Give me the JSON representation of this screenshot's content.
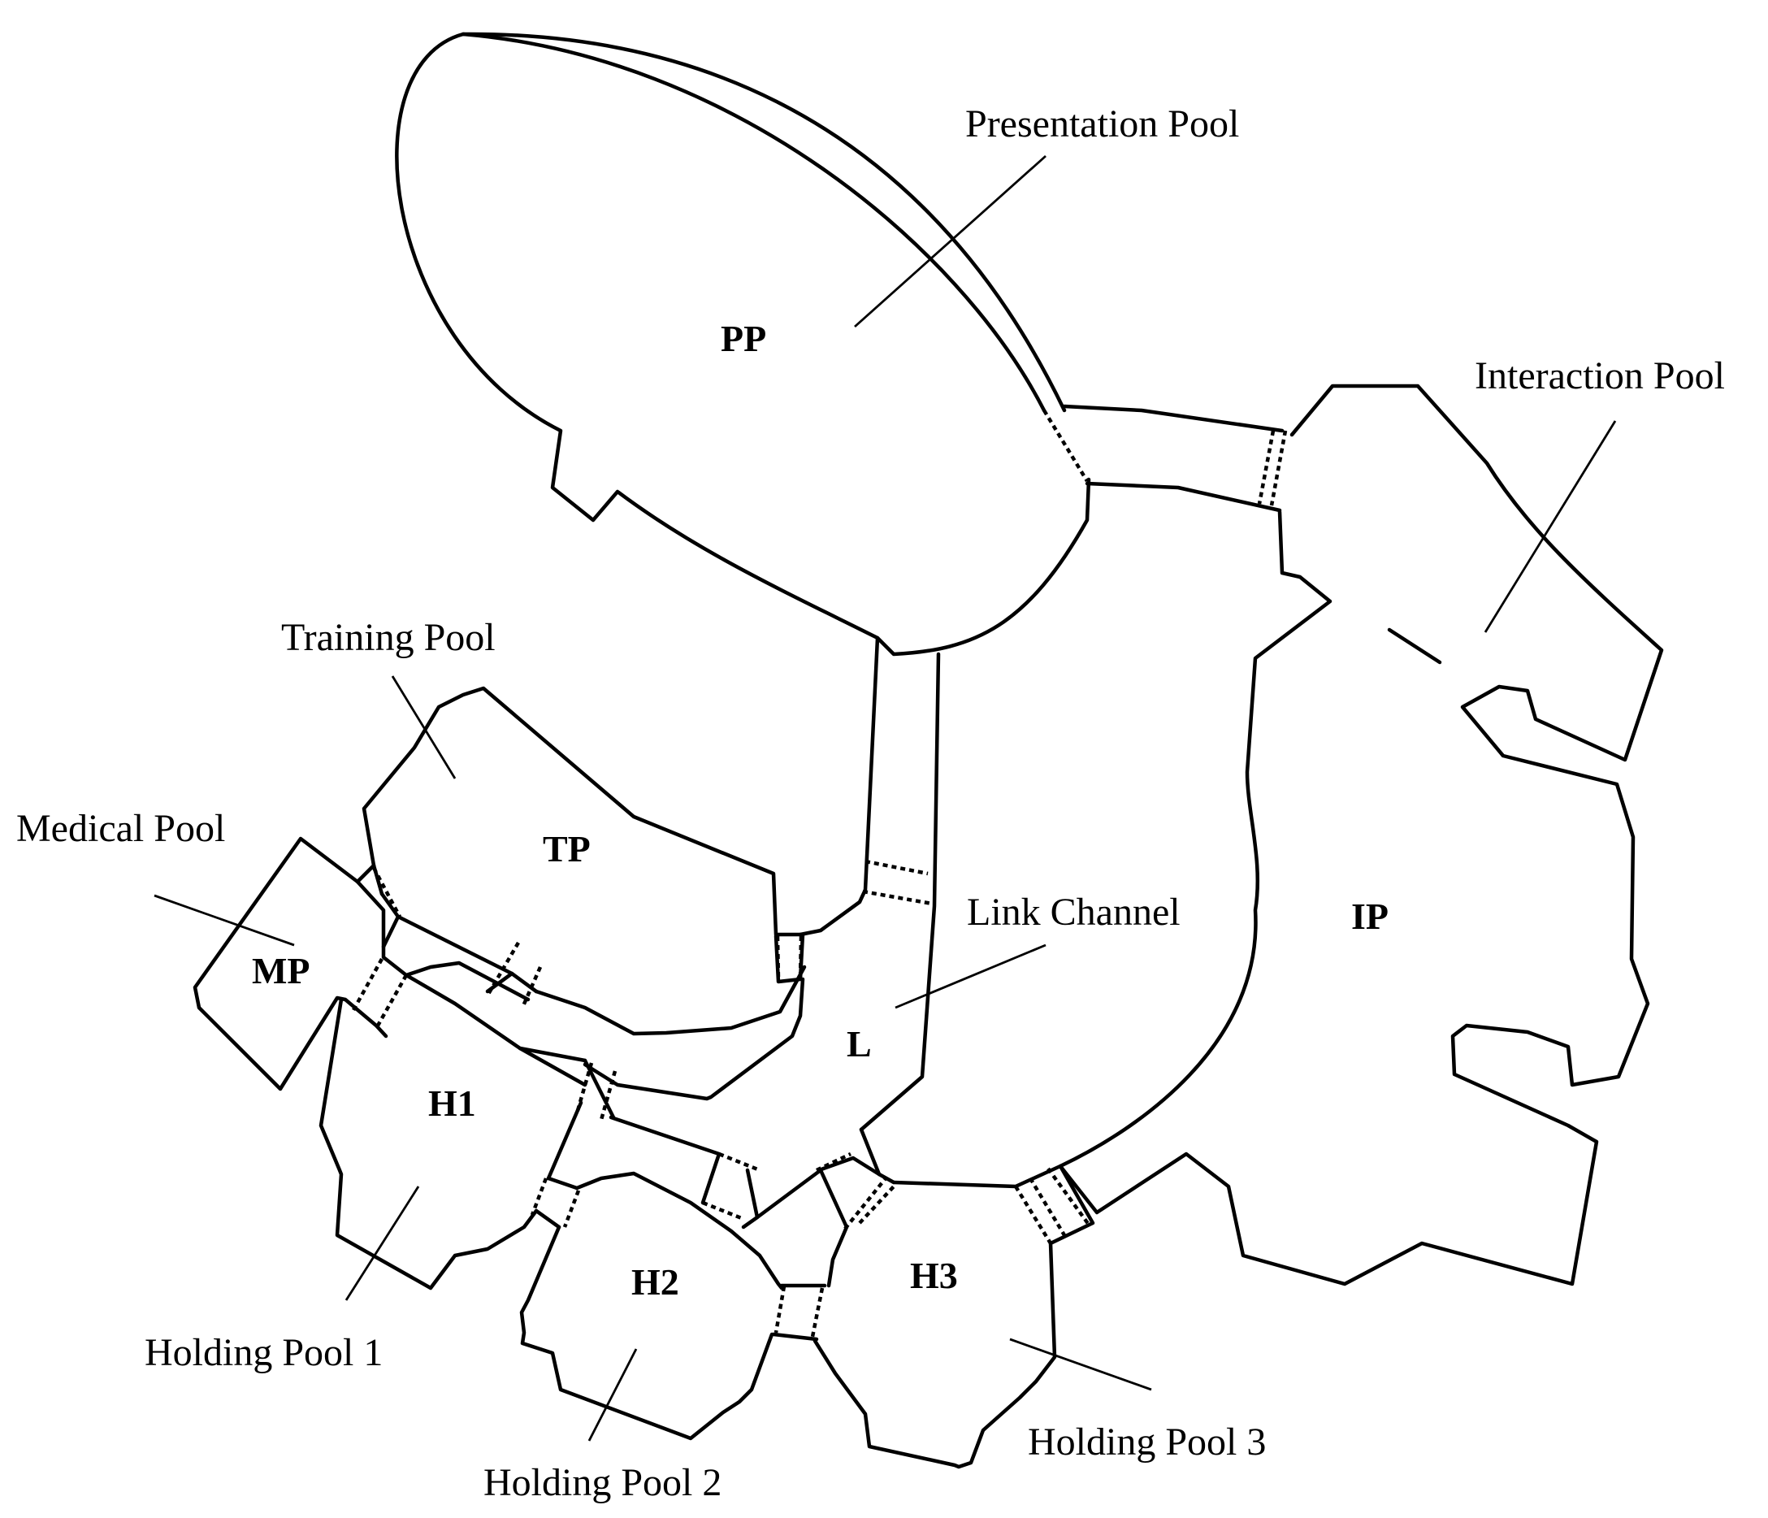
{
  "pools": [
    {
      "id": "PP",
      "code": "PP",
      "name": "Presentation Pool"
    },
    {
      "id": "IP",
      "code": "IP",
      "name": "Interaction Pool"
    },
    {
      "id": "TP",
      "code": "TP",
      "name": "Training Pool"
    },
    {
      "id": "MP",
      "code": "MP",
      "name": "Medical Pool"
    },
    {
      "id": "L",
      "code": "L",
      "name": "Link Channel"
    },
    {
      "id": "H1",
      "code": "H1",
      "name": "Holding Pool 1"
    },
    {
      "id": "H2",
      "code": "H2",
      "name": "Holding Pool 2"
    },
    {
      "id": "H3",
      "code": "H3",
      "name": "Holding Pool 3"
    }
  ]
}
